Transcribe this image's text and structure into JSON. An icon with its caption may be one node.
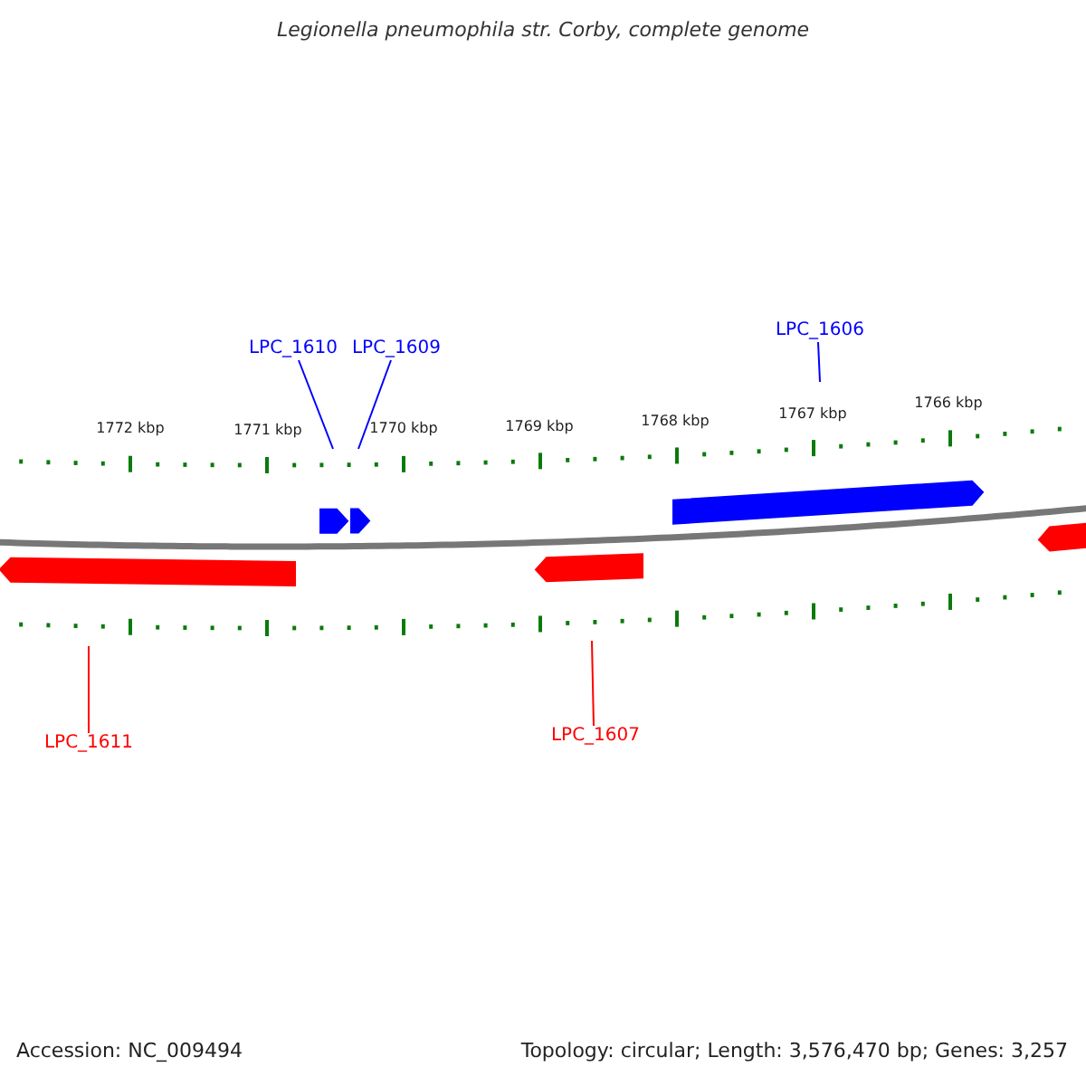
{
  "diagram": {
    "title": "Legionella pneumophila str. Corby, complete genome",
    "nodes": [
      {
        "text": [
          "LPC_1610"
        ]
      },
      {
        "text": [
          "LPC_1609"
        ]
      },
      {
        "text": [
          "LPC_1606"
        ]
      },
      {
        "text": [
          "LPC_1611"
        ]
      },
      {
        "text": [
          "LPC_1607"
        ]
      }
    ],
    "edges": [
      {
        "from": 0,
        "to": null,
        "arrow": "none"
      },
      {
        "from": 1,
        "to": null,
        "arrow": "none"
      },
      {
        "from": 2,
        "to": null,
        "arrow": "none"
      },
      {
        "from": 3,
        "to": null,
        "arrow": "none",
        "color": "#ff0000"
      },
      {
        "from": 4,
        "to": null,
        "arrow": "none",
        "color": "#ff0000"
      }
    ],
    "labels": [
      "1772 kbp",
      "1771 kbp",
      "1770 kbp",
      "1769 kbp",
      "1768 kbp",
      "1767 kbp",
      "1766 kbp",
      "Accession: NC_009494",
      "Topology: circular; Length: 3,576,470 bp; Genes: 3,257"
    ]
  }
}
